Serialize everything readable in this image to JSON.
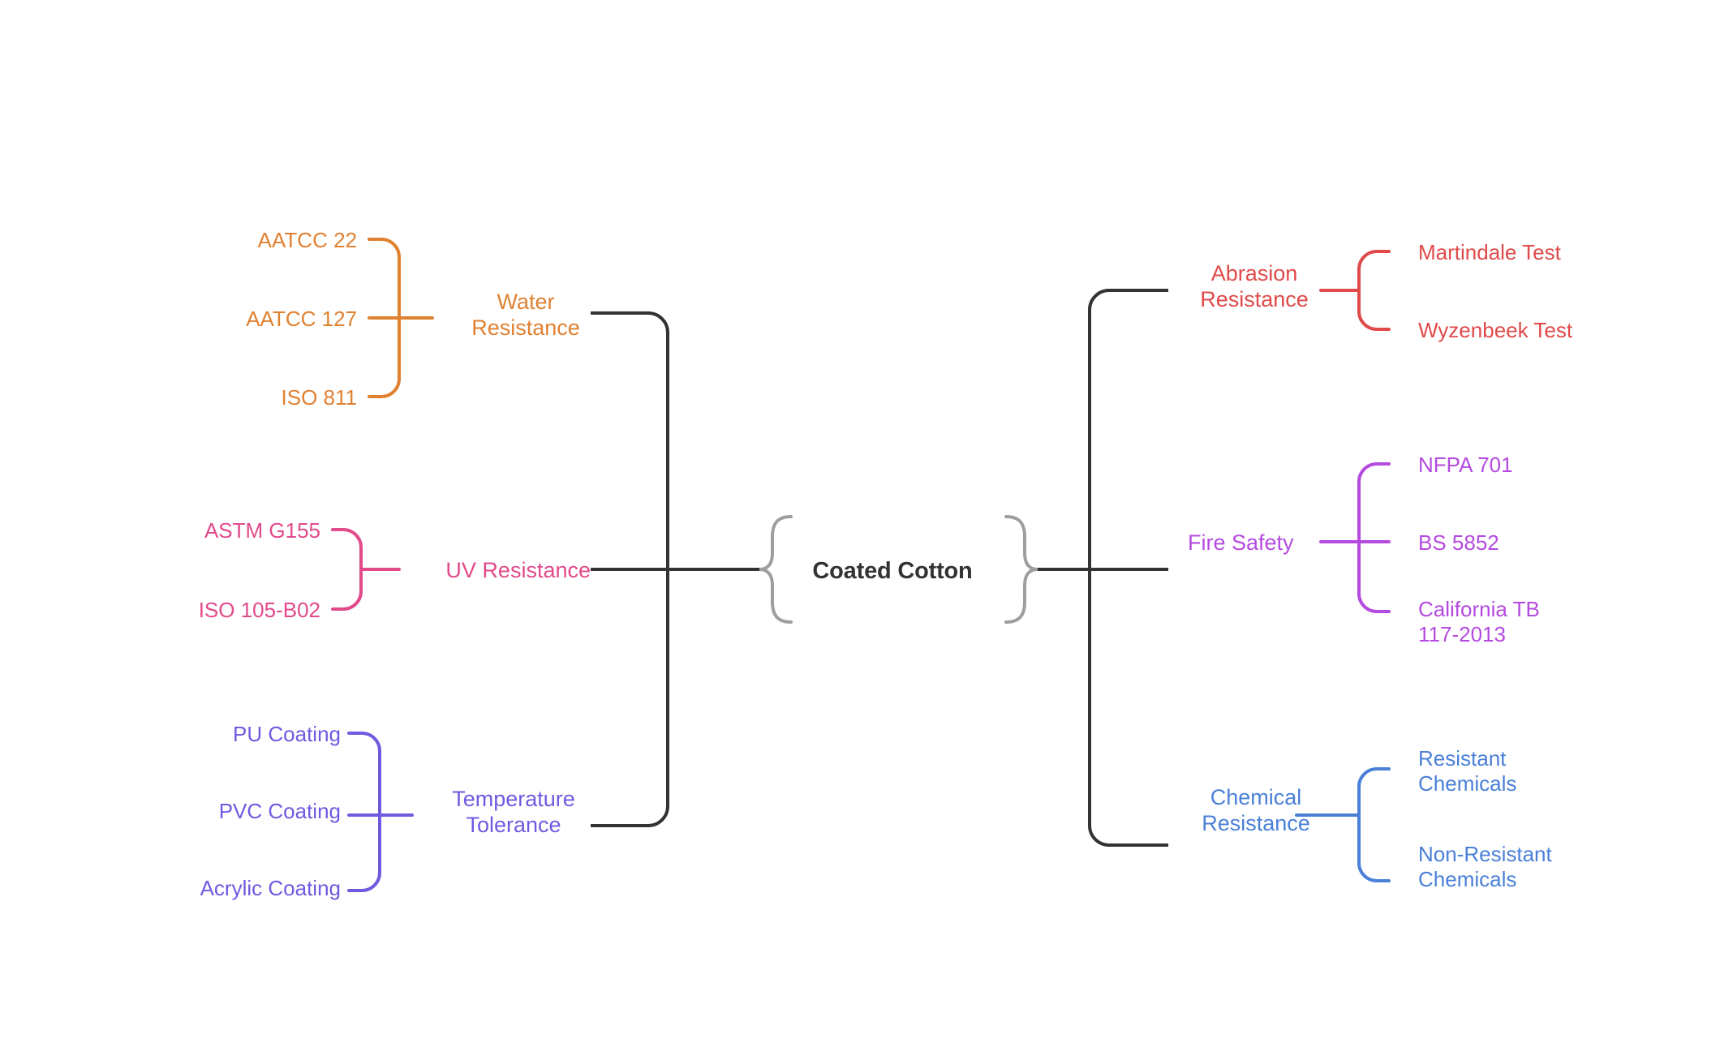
{
  "diagram": {
    "type": "mindmap",
    "background": "#ffffff",
    "root": {
      "id": "root",
      "label": "Coated Cotton",
      "color": "#333333",
      "bracket_color": "#9e9e9e"
    },
    "trunk_color": "#333333",
    "branches": [
      {
        "id": "water-resistance",
        "label": "Water\nResistance",
        "side": "left",
        "color": "#e08131",
        "children": [
          {
            "id": "aatcc-22",
            "label": "AATCC 22"
          },
          {
            "id": "aatcc-127",
            "label": "AATCC 127"
          },
          {
            "id": "iso-811",
            "label": "ISO 811"
          }
        ]
      },
      {
        "id": "uv-resistance",
        "label": "UV Resistance",
        "side": "left",
        "color": "#e24a8b",
        "children": [
          {
            "id": "astm-g155",
            "label": "ASTM G155"
          },
          {
            "id": "iso-105-b02",
            "label": "ISO 105-B02"
          }
        ]
      },
      {
        "id": "temperature-tolerance",
        "label": "Temperature\nTolerance",
        "side": "left",
        "color": "#6f5ae0",
        "children": [
          {
            "id": "pu-coating",
            "label": "PU Coating"
          },
          {
            "id": "pvc-coating",
            "label": "PVC Coating"
          },
          {
            "id": "acrylic-coating",
            "label": "Acrylic Coating"
          }
        ]
      },
      {
        "id": "abrasion-resistance",
        "label": "Abrasion\nResistance",
        "side": "right",
        "color": "#e04a4a",
        "children": [
          {
            "id": "martindale-test",
            "label": "Martindale Test"
          },
          {
            "id": "wyzenbeek-test",
            "label": "Wyzenbeek Test"
          }
        ]
      },
      {
        "id": "fire-safety",
        "label": "Fire Safety",
        "side": "right",
        "color": "#b44ae0",
        "children": [
          {
            "id": "nfpa-701",
            "label": "NFPA 701"
          },
          {
            "id": "bs-5852",
            "label": "BS 5852"
          },
          {
            "id": "california-tb-117",
            "label": "California TB\n117-2013"
          }
        ]
      },
      {
        "id": "chemical-resistance",
        "label": "Chemical\nResistance",
        "side": "right",
        "color": "#4a80d8",
        "children": [
          {
            "id": "resistant-chemicals",
            "label": "Resistant\nChemicals"
          },
          {
            "id": "non-resistant-chemicals",
            "label": "Non-Resistant\nChemicals"
          }
        ]
      }
    ]
  }
}
